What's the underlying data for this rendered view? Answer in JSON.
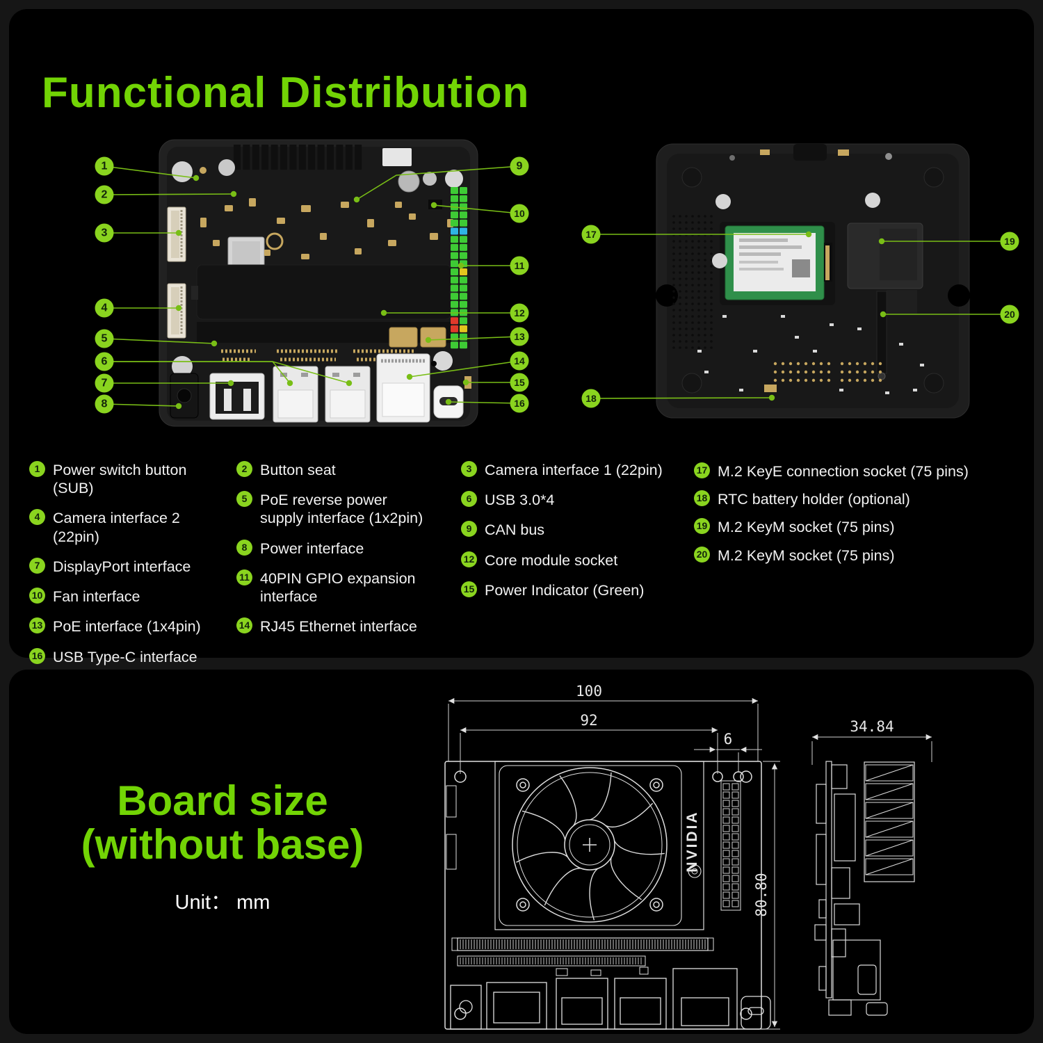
{
  "theme": {
    "background": "#161616",
    "card_background": "#000000",
    "title_green": "#72d405",
    "badge_green": "#8ad41f",
    "callout_line_green": "#79be16",
    "text_white": "#f2f2f2",
    "drawing_line": "#e0e0e0"
  },
  "functional": {
    "title": "Functional Distribution"
  },
  "legend": {
    "columns": [
      {
        "items": [
          {
            "num": "1",
            "label": "Power switch button (SUB)"
          },
          {
            "num": "4",
            "label": "Camera interface 2 (22pin)"
          },
          {
            "num": "7",
            "label": "DisplayPort interface"
          },
          {
            "num": "10",
            "label": "Fan interface"
          },
          {
            "num": "13",
            "label": "PoE interface (1x4pin)"
          },
          {
            "num": "16",
            "label": "USB Type-C interface"
          }
        ]
      },
      {
        "items": [
          {
            "num": "2",
            "label": "Button seat"
          },
          {
            "num": "5",
            "label": "PoE reverse power\nsupply interface (1x2pin)"
          },
          {
            "num": "8",
            "label": "Power interface"
          },
          {
            "num": "11",
            "label": "40PIN GPIO expansion interface"
          },
          {
            "num": "14",
            "label": "RJ45 Ethernet interface"
          }
        ]
      },
      {
        "items": [
          {
            "num": "3",
            "label": "Camera interface 1 (22pin)"
          },
          {
            "num": "6",
            "label": "USB 3.0*4"
          },
          {
            "num": "9",
            "label": "CAN bus"
          },
          {
            "num": "12",
            "label": "Core module socket"
          },
          {
            "num": "15",
            "label": "Power Indicator (Green)"
          }
        ]
      },
      {
        "items": [
          {
            "num": "17",
            "label": "M.2 KeyE connection socket (75 pins)"
          },
          {
            "num": "18",
            "label": "RTC battery holder (optional)"
          },
          {
            "num": "19",
            "label": "M.2 KeyM socket (75 pins)"
          },
          {
            "num": "20",
            "label": "M.2 KeyM socket (75 pins)"
          }
        ]
      }
    ]
  },
  "callouts": [
    {
      "num": "1",
      "bx": 150,
      "by": 239,
      "targets": [
        [
          282,
          256
        ]
      ]
    },
    {
      "num": "2",
      "bx": 150,
      "by": 280,
      "targets": [
        [
          336,
          279
        ]
      ]
    },
    {
      "num": "3",
      "bx": 150,
      "by": 335,
      "targets": [
        [
          257,
          335
        ]
      ]
    },
    {
      "num": "4",
      "bx": 150,
      "by": 443,
      "targets": [
        [
          257,
          443
        ]
      ]
    },
    {
      "num": "5",
      "bx": 150,
      "by": 487,
      "targets": [
        [
          308,
          494
        ]
      ]
    },
    {
      "num": "6",
      "bx": 150,
      "by": 520,
      "elbow": [
        392,
        520
      ],
      "targets": [
        [
          417,
          551
        ],
        [
          502,
          551
        ]
      ]
    },
    {
      "num": "7",
      "bx": 150,
      "by": 551,
      "targets": [
        [
          332,
          551
        ]
      ]
    },
    {
      "num": "8",
      "bx": 150,
      "by": 581,
      "targets": [
        [
          257,
          584
        ]
      ]
    },
    {
      "num": "9",
      "bx": 747,
      "by": 239,
      "elbow": [
        570,
        252
      ],
      "targets": [
        [
          513,
          287
        ]
      ]
    },
    {
      "num": "10",
      "bx": 747,
      "by": 307,
      "targets": [
        [
          624,
          295
        ]
      ]
    },
    {
      "num": "11",
      "bx": 747,
      "by": 382,
      "targets": [
        [
          663,
          382
        ]
      ]
    },
    {
      "num": "12",
      "bx": 747,
      "by": 450,
      "targets": [
        [
          552,
          450
        ]
      ]
    },
    {
      "num": "13",
      "bx": 747,
      "by": 484,
      "targets": [
        [
          616,
          489
        ]
      ]
    },
    {
      "num": "14",
      "bx": 747,
      "by": 519,
      "targets": [
        [
          589,
          542
        ]
      ]
    },
    {
      "num": "15",
      "bx": 747,
      "by": 550,
      "targets": [
        [
          670,
          550
        ]
      ]
    },
    {
      "num": "16",
      "bx": 747,
      "by": 580,
      "targets": [
        [
          645,
          578
        ]
      ]
    },
    {
      "num": "17",
      "bx": 850,
      "by": 337,
      "targets": [
        [
          1163,
          337
        ]
      ]
    },
    {
      "num": "18",
      "bx": 850,
      "by": 573,
      "targets": [
        [
          1110,
          572
        ]
      ]
    },
    {
      "num": "19",
      "bx": 1452,
      "by": 347,
      "targets": [
        [
          1268,
          347
        ]
      ]
    },
    {
      "num": "20",
      "bx": 1452,
      "by": 452,
      "targets": [
        [
          1270,
          452
        ]
      ]
    }
  ],
  "board_size": {
    "heading_line1": "Board size",
    "heading_line2": "(without base)",
    "unit_label": "Unit： mm",
    "dim_width": "100",
    "dim_inner_width": "92",
    "dim_offset": "6",
    "dim_height": "80.80",
    "dim_depth": "34.84",
    "logo_text": "NVIDIA"
  }
}
